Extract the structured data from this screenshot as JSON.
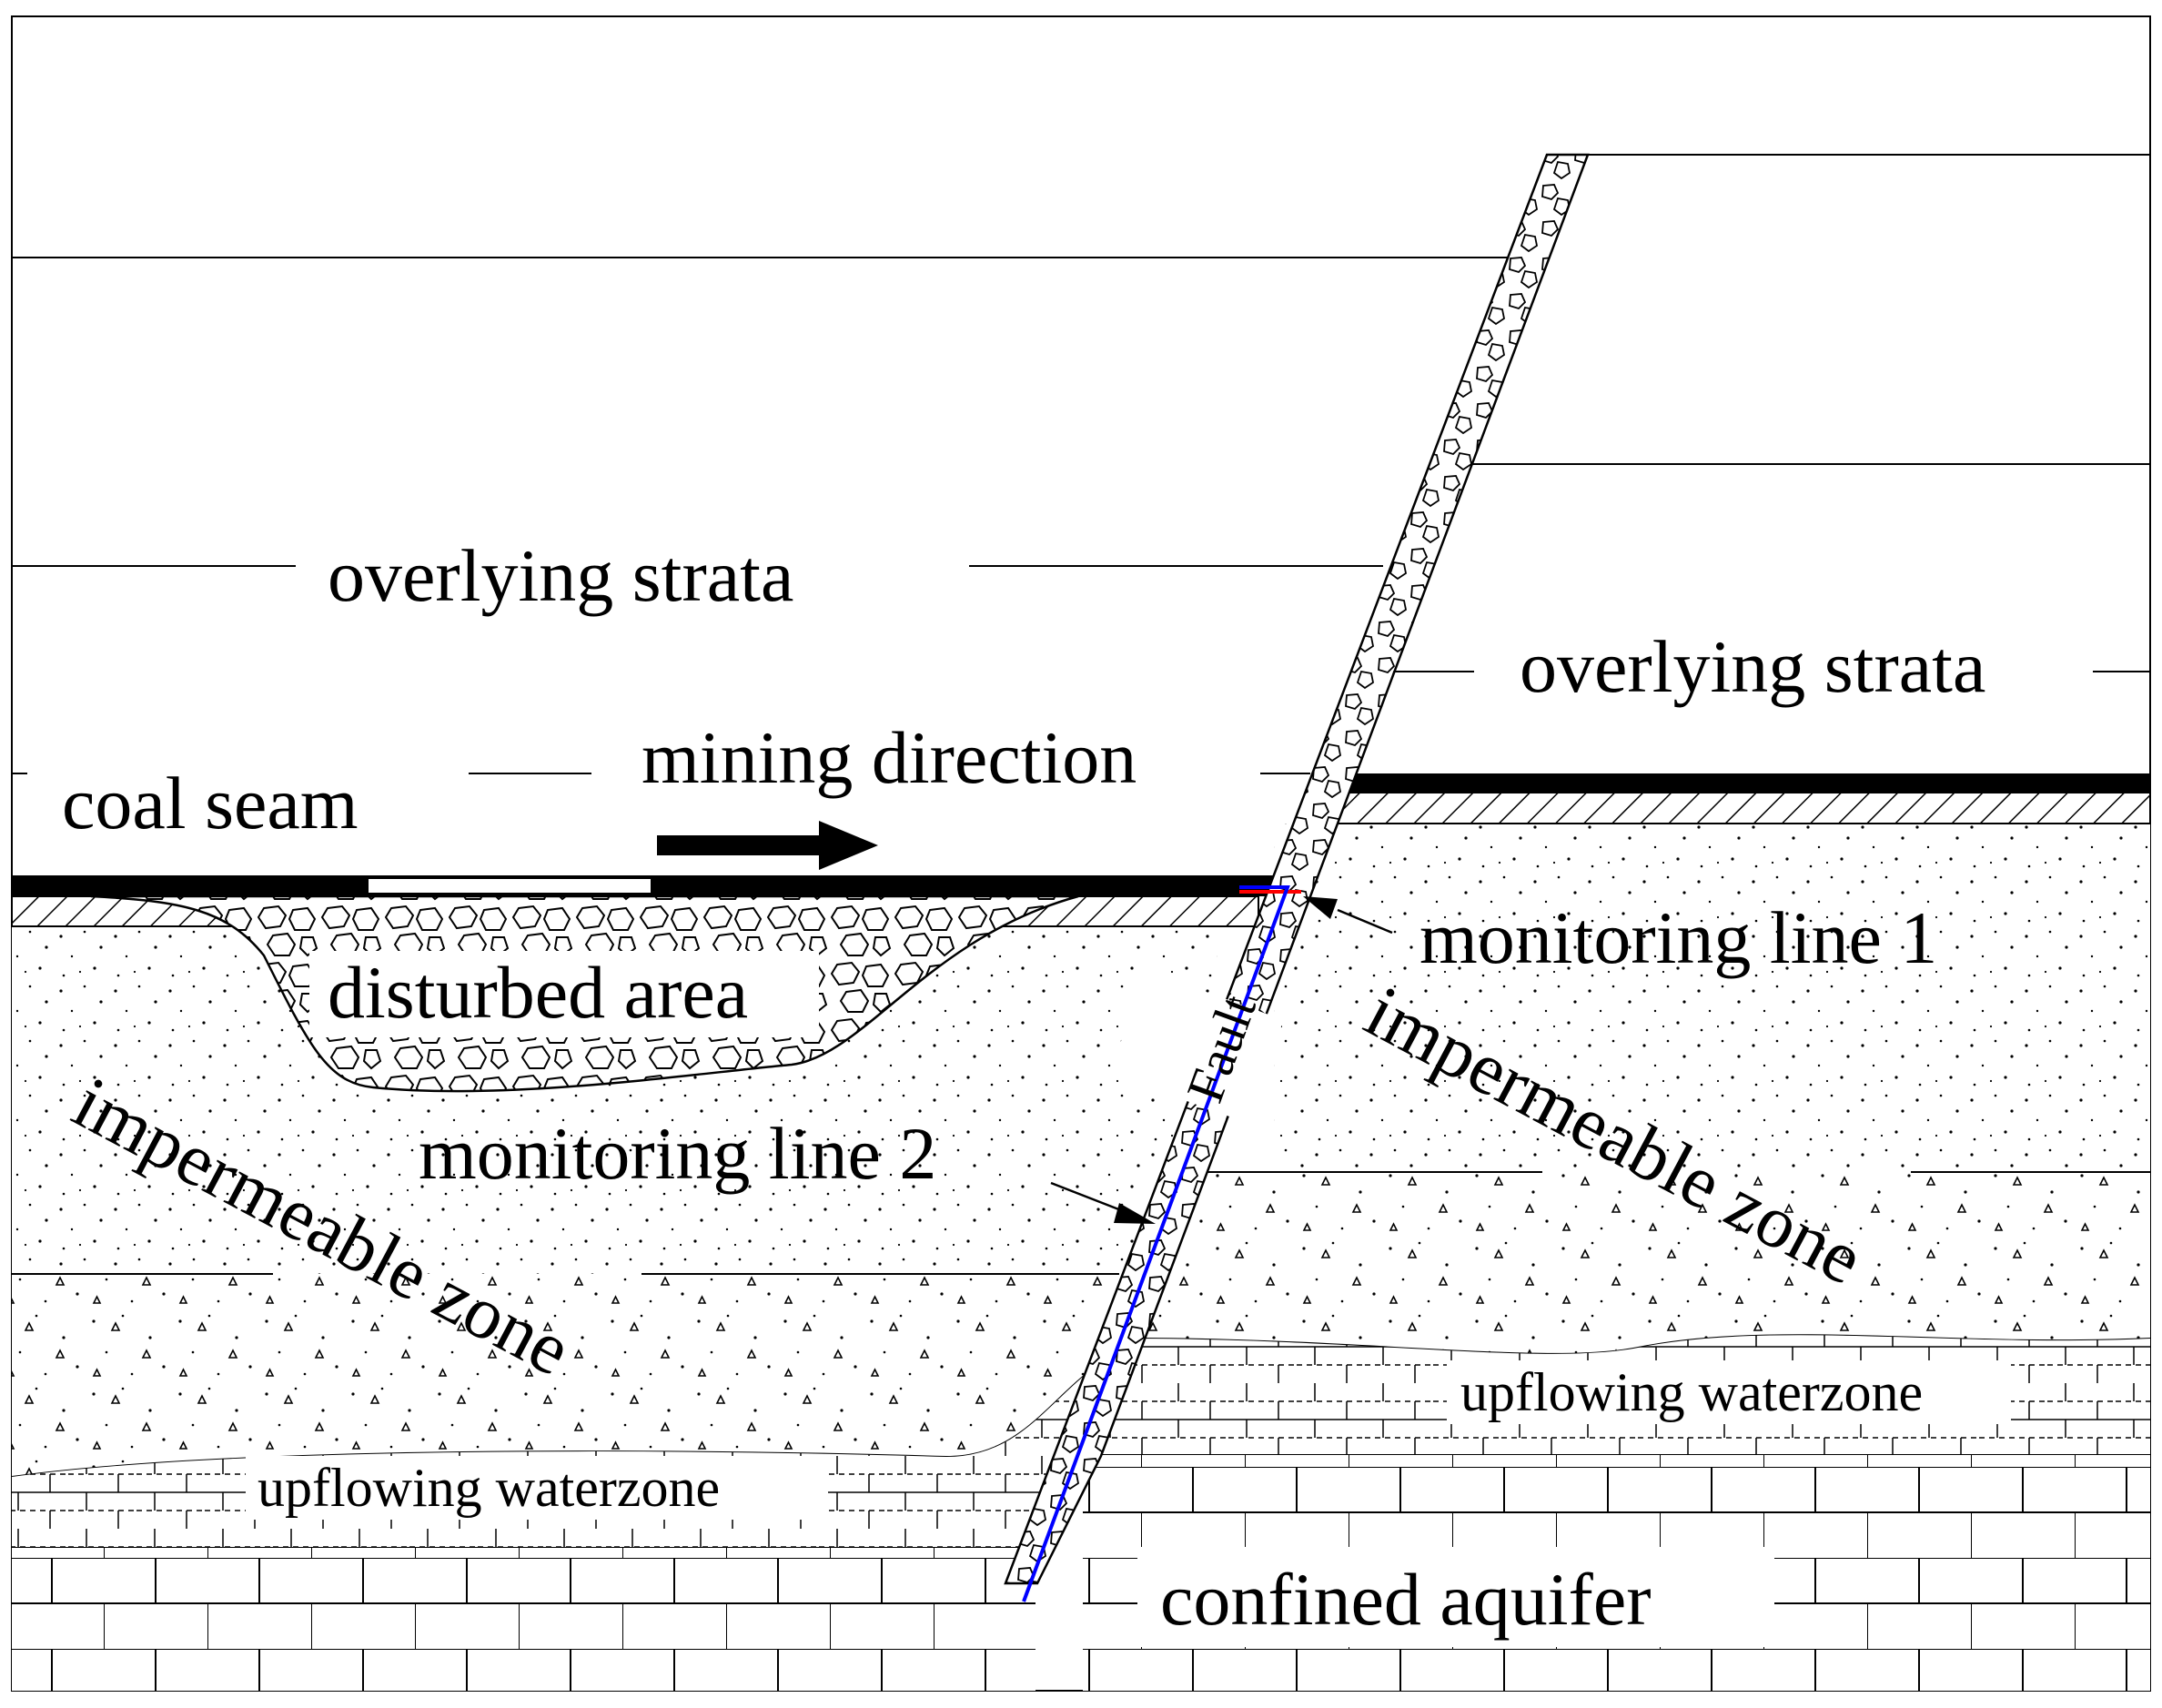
{
  "labels": {
    "overlying_left": "overlying strata",
    "overlying_right": "overlying strata",
    "coal_seam": "coal seam",
    "mining_direction": "mining direction",
    "disturbed_area": "disturbed area",
    "monitoring_line_1": "monitoring line 1",
    "monitoring_line_2": "monitoring line 2",
    "fault": "Fault",
    "impermeable_left": "impermeable zone",
    "impermeable_right": "impermeable zone",
    "upflowing_left": "upflowing waterzone",
    "upflowing_right": "upflowing waterzone",
    "confined_aquifer": "confined aquifer"
  },
  "colors": {
    "monitoring_line_1": "#ff0000",
    "monitoring_line_2": "#0000ff"
  }
}
